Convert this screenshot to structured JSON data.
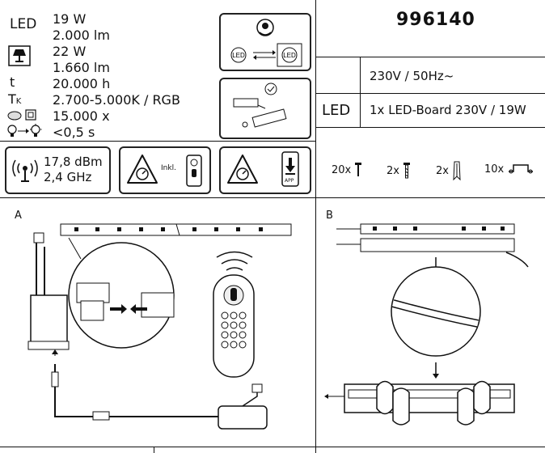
{
  "article_number": "996140",
  "specs": {
    "led_label": "LED",
    "led_power": "19 W",
    "led_lumen": "2.000 lm",
    "lamp_power": "22 W",
    "lamp_lumen": "1.660 lm",
    "life_symbol": "t",
    "life_hours": "20.000 h",
    "temp_symbol": "T",
    "temp_symbol_sub": "K",
    "color_temp": "2.700-5.000K / RGB",
    "switch_cycles": "15.000 x",
    "warmup": "<0,5 s"
  },
  "wireless": {
    "power": "17,8 dBm",
    "freq": "2,4 GHz"
  },
  "remote_box": {
    "incl_label": "Inkl."
  },
  "app_box": {
    "app_label": "APP"
  },
  "voltage": "230V / 50Hz~",
  "led_board": {
    "label": "LED",
    "desc": "1x LED-Board 230V / 19W"
  },
  "accessories": [
    {
      "qty": "20x",
      "icon": "pin-icon"
    },
    {
      "qty": "2x",
      "icon": "screw-icon"
    },
    {
      "qty": "2x",
      "icon": "wall-plug-icon"
    },
    {
      "qty": "10x",
      "icon": "mounting-clip-icon"
    }
  ],
  "panels": {
    "a": "A",
    "b": "B"
  }
}
